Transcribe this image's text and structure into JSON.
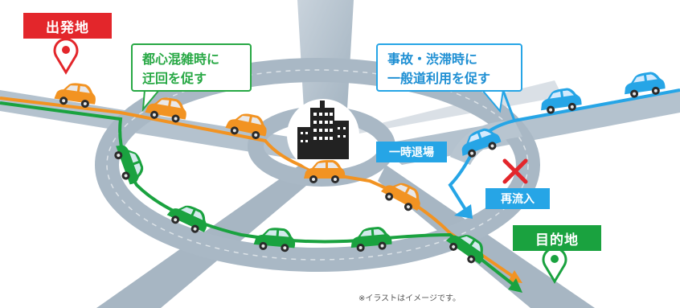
{
  "labels": {
    "start": "出発地",
    "goal": "目的地",
    "callout_green": "都心混雑時に\n迂回を促す",
    "callout_blue": "事故・渋滞時に\n一般道利用を促す",
    "exit_badge": "一時退場",
    "reenter_badge": "再流入",
    "note": "※イラストはイメージです。"
  },
  "colors": {
    "start_tag": "#e3262b",
    "goal_tag": "#1aa23f",
    "orange_route": "#f29322",
    "green_route": "#1aa23f",
    "blue_route": "#26a5e6",
    "road": "#aab8c4",
    "road_light": "#dfe6ec",
    "cross": "#e3262b"
  },
  "icons": [
    "location-pin-icon",
    "building-icon",
    "car-icon",
    "cross-mark-icon",
    "arrow-icon"
  ]
}
